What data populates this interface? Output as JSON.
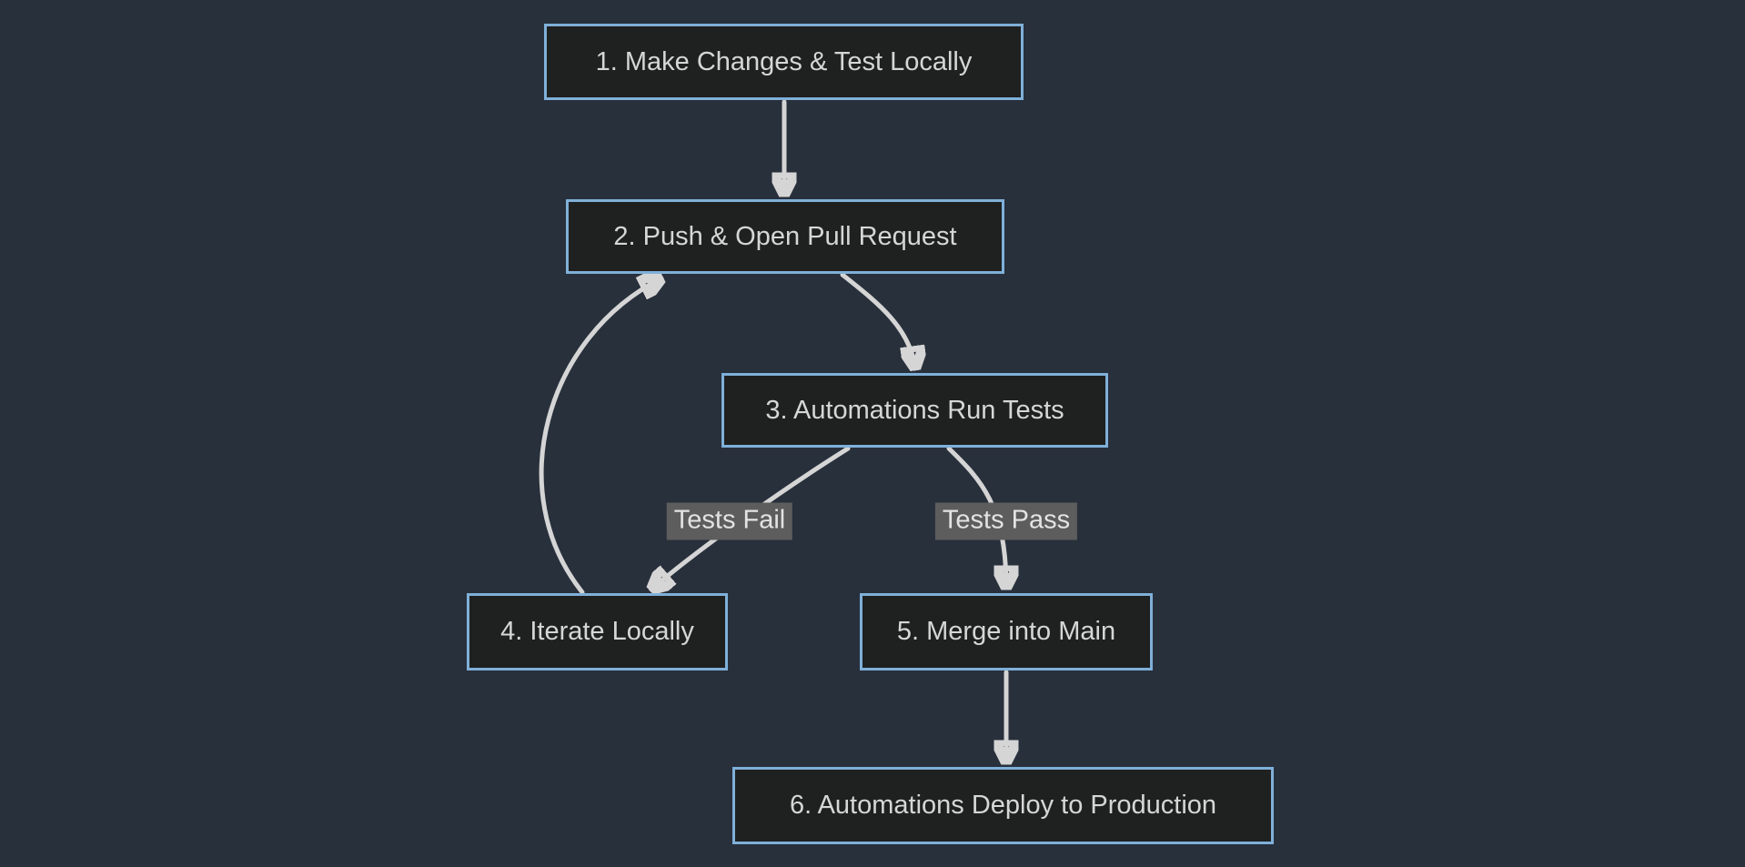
{
  "diagram": {
    "type": "flowchart",
    "direction": "top-down",
    "nodes": [
      {
        "id": "step1",
        "label": "1. Make Changes & Test Locally"
      },
      {
        "id": "step2",
        "label": "2. Push & Open Pull Request"
      },
      {
        "id": "step3",
        "label": "3. Automations Run Tests"
      },
      {
        "id": "step4",
        "label": "4. Iterate Locally"
      },
      {
        "id": "step5",
        "label": "5. Merge into Main"
      },
      {
        "id": "step6",
        "label": "6. Automations Deploy to Production"
      }
    ],
    "edges": [
      {
        "from": "step1",
        "to": "step2",
        "label": ""
      },
      {
        "from": "step2",
        "to": "step3",
        "label": ""
      },
      {
        "from": "step3",
        "to": "step4",
        "label": "Tests Fail"
      },
      {
        "from": "step4",
        "to": "step2",
        "label": ""
      },
      {
        "from": "step3",
        "to": "step5",
        "label": "Tests Pass"
      },
      {
        "from": "step5",
        "to": "step6",
        "label": ""
      }
    ],
    "colors": {
      "background": "#28303c",
      "node_fill": "#1f2020",
      "node_border": "#7fb0d9",
      "node_text": "#d6d6d6",
      "edge_line": "#d5d5d5",
      "edge_label_bg": "#5d5d5d",
      "edge_label_text": "#e3e3e3"
    }
  }
}
